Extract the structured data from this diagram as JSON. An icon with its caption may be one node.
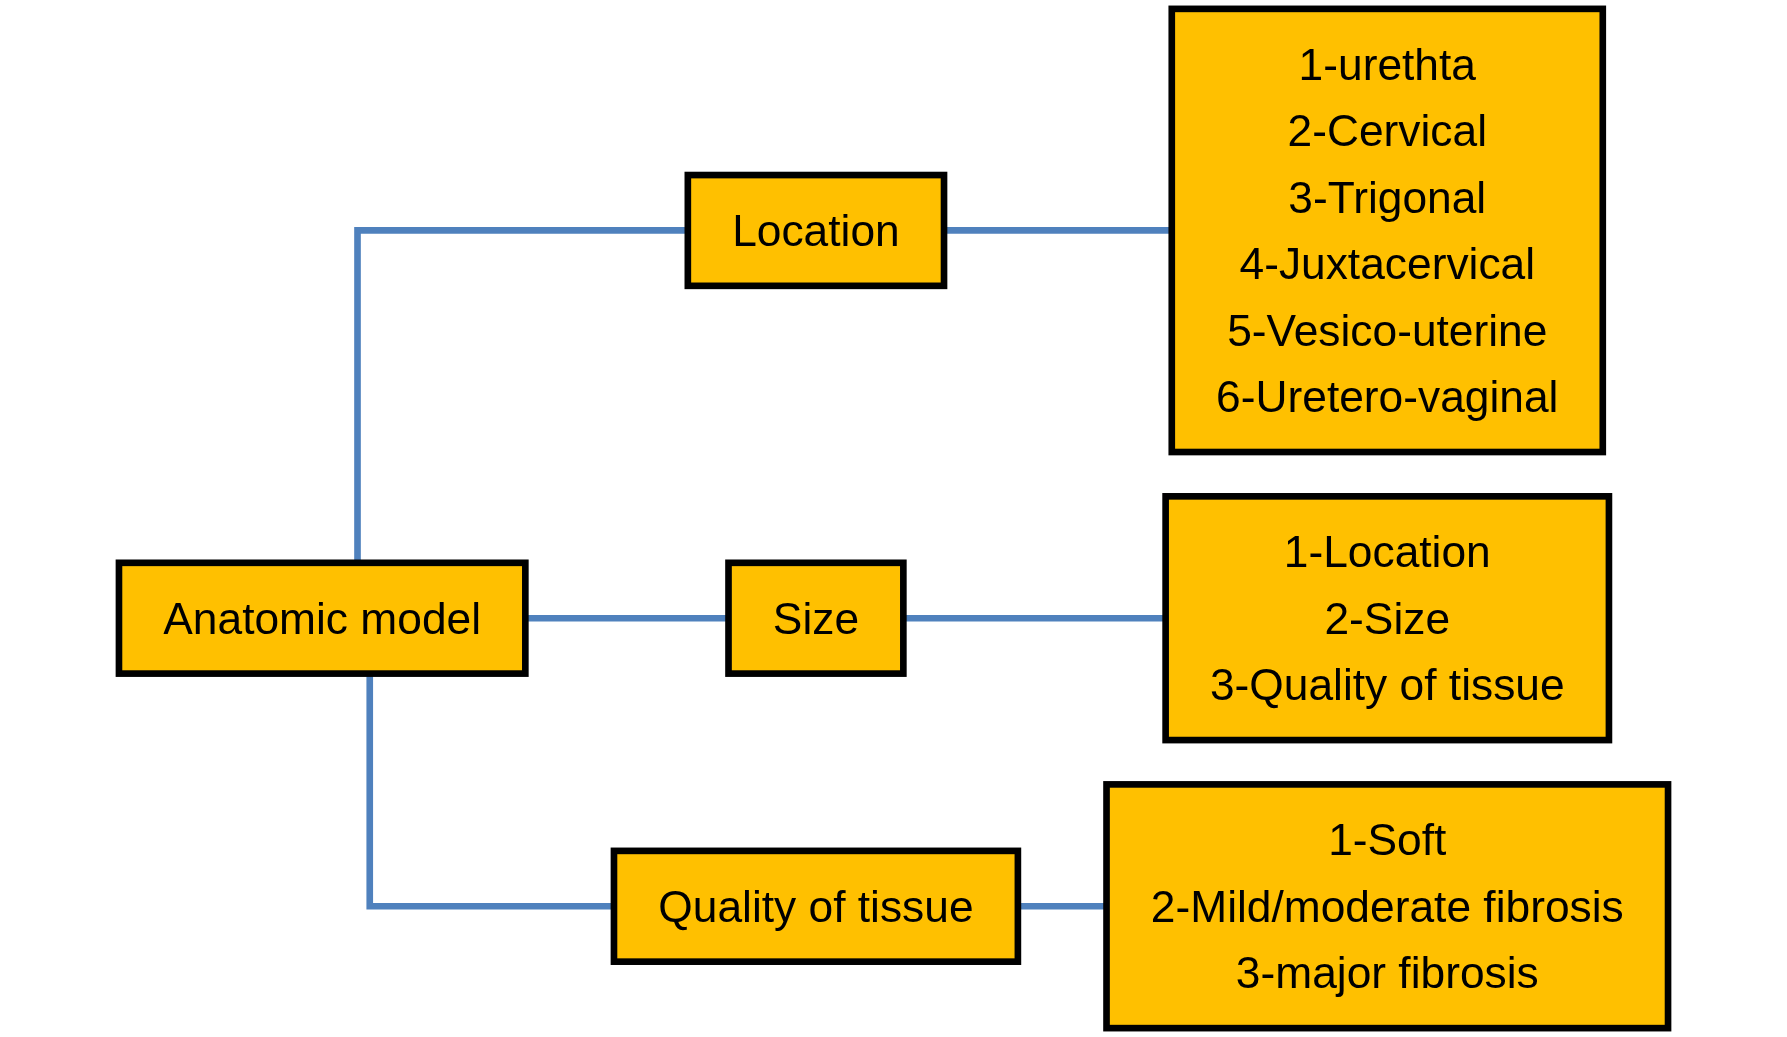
{
  "diagram": {
    "nodes": [
      {
        "text": [
          "Anatomic model"
        ]
      },
      {
        "text": [
          "Location"
        ]
      },
      {
        "text": [
          "Size"
        ]
      },
      {
        "text": [
          "Quality of tissue"
        ]
      },
      {
        "text": [
          "1-urethta",
          "2-Cervical",
          "3-Trigonal",
          "4-Juxtacervical",
          "5-Vesico-uterine",
          "6-Uretero-vaginal"
        ]
      },
      {
        "text": [
          "1-Location",
          "2-Size",
          "3-Quality of tissue"
        ]
      },
      {
        "text": [
          "1-Soft",
          "2-Mild/moderate fibrosis",
          "3-major fibrosis"
        ]
      }
    ],
    "edges": [
      {
        "from": 0,
        "to": 1,
        "arrow": "none"
      },
      {
        "from": 0,
        "to": 2,
        "arrow": "none"
      },
      {
        "from": 0,
        "to": 3,
        "arrow": "none"
      },
      {
        "from": 1,
        "to": 4,
        "arrow": "none"
      },
      {
        "from": 2,
        "to": 5,
        "arrow": "none"
      },
      {
        "from": 3,
        "to": 6,
        "arrow": "none"
      }
    ]
  }
}
